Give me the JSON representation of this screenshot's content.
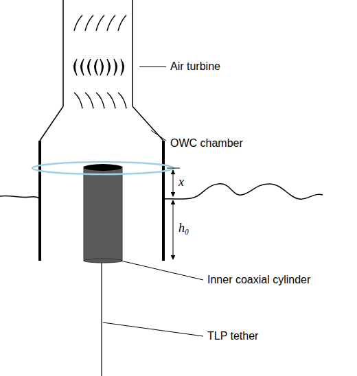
{
  "diagram": {
    "labels": [
      "Air turbine",
      "OWC chamber",
      "x",
      "h₀",
      "Inner coaxial cylinder",
      "TLP tether"
    ]
  }
}
